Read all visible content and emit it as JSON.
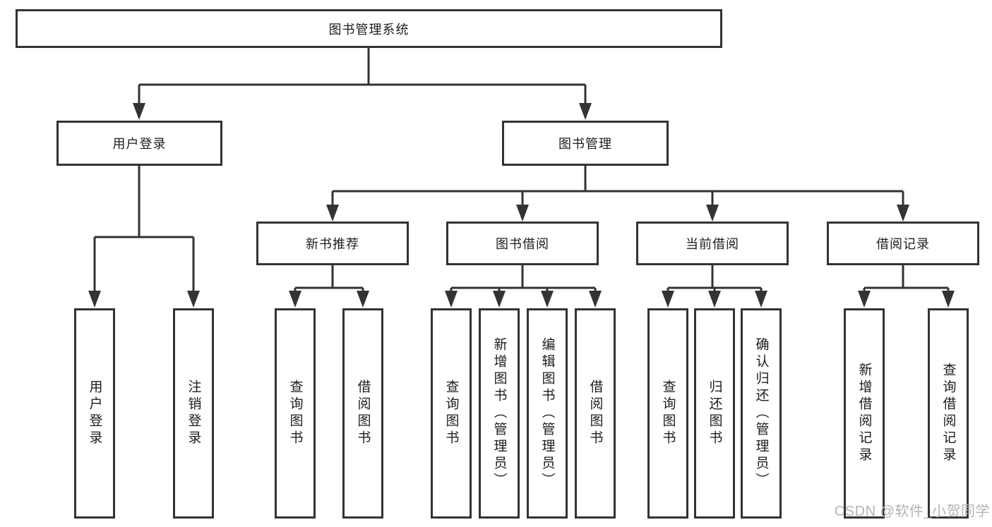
{
  "colors": {
    "background": "#ffffff",
    "box_border": "#333333",
    "line": "#333333",
    "text": "#1d1d1d",
    "watermark": "#b3b3b3"
  },
  "watermark": "CSDN @软件_小贺同学",
  "diagram": {
    "root": {
      "label": "图书管理系统"
    },
    "children": [
      {
        "label": "用户登录",
        "children": [
          {
            "label": "用户登录"
          },
          {
            "label": "注销登录"
          }
        ]
      },
      {
        "label": "图书管理",
        "children": [
          {
            "label": "新书推荐",
            "children": [
              {
                "label": "查询图书"
              },
              {
                "label": "借阅图书"
              }
            ]
          },
          {
            "label": "图书借阅",
            "children": [
              {
                "label": "查询图书"
              },
              {
                "label": "新增图书（管理员）"
              },
              {
                "label": "编辑图书（管理员）"
              },
              {
                "label": "借阅图书"
              }
            ]
          },
          {
            "label": "当前借阅",
            "children": [
              {
                "label": "查询图书"
              },
              {
                "label": "归还图书"
              },
              {
                "label": "确认归还（管理员）"
              }
            ]
          },
          {
            "label": "借阅记录",
            "children": [
              {
                "label": "新增借阅记录"
              },
              {
                "label": "查询借阅记录"
              }
            ]
          }
        ]
      }
    ]
  }
}
